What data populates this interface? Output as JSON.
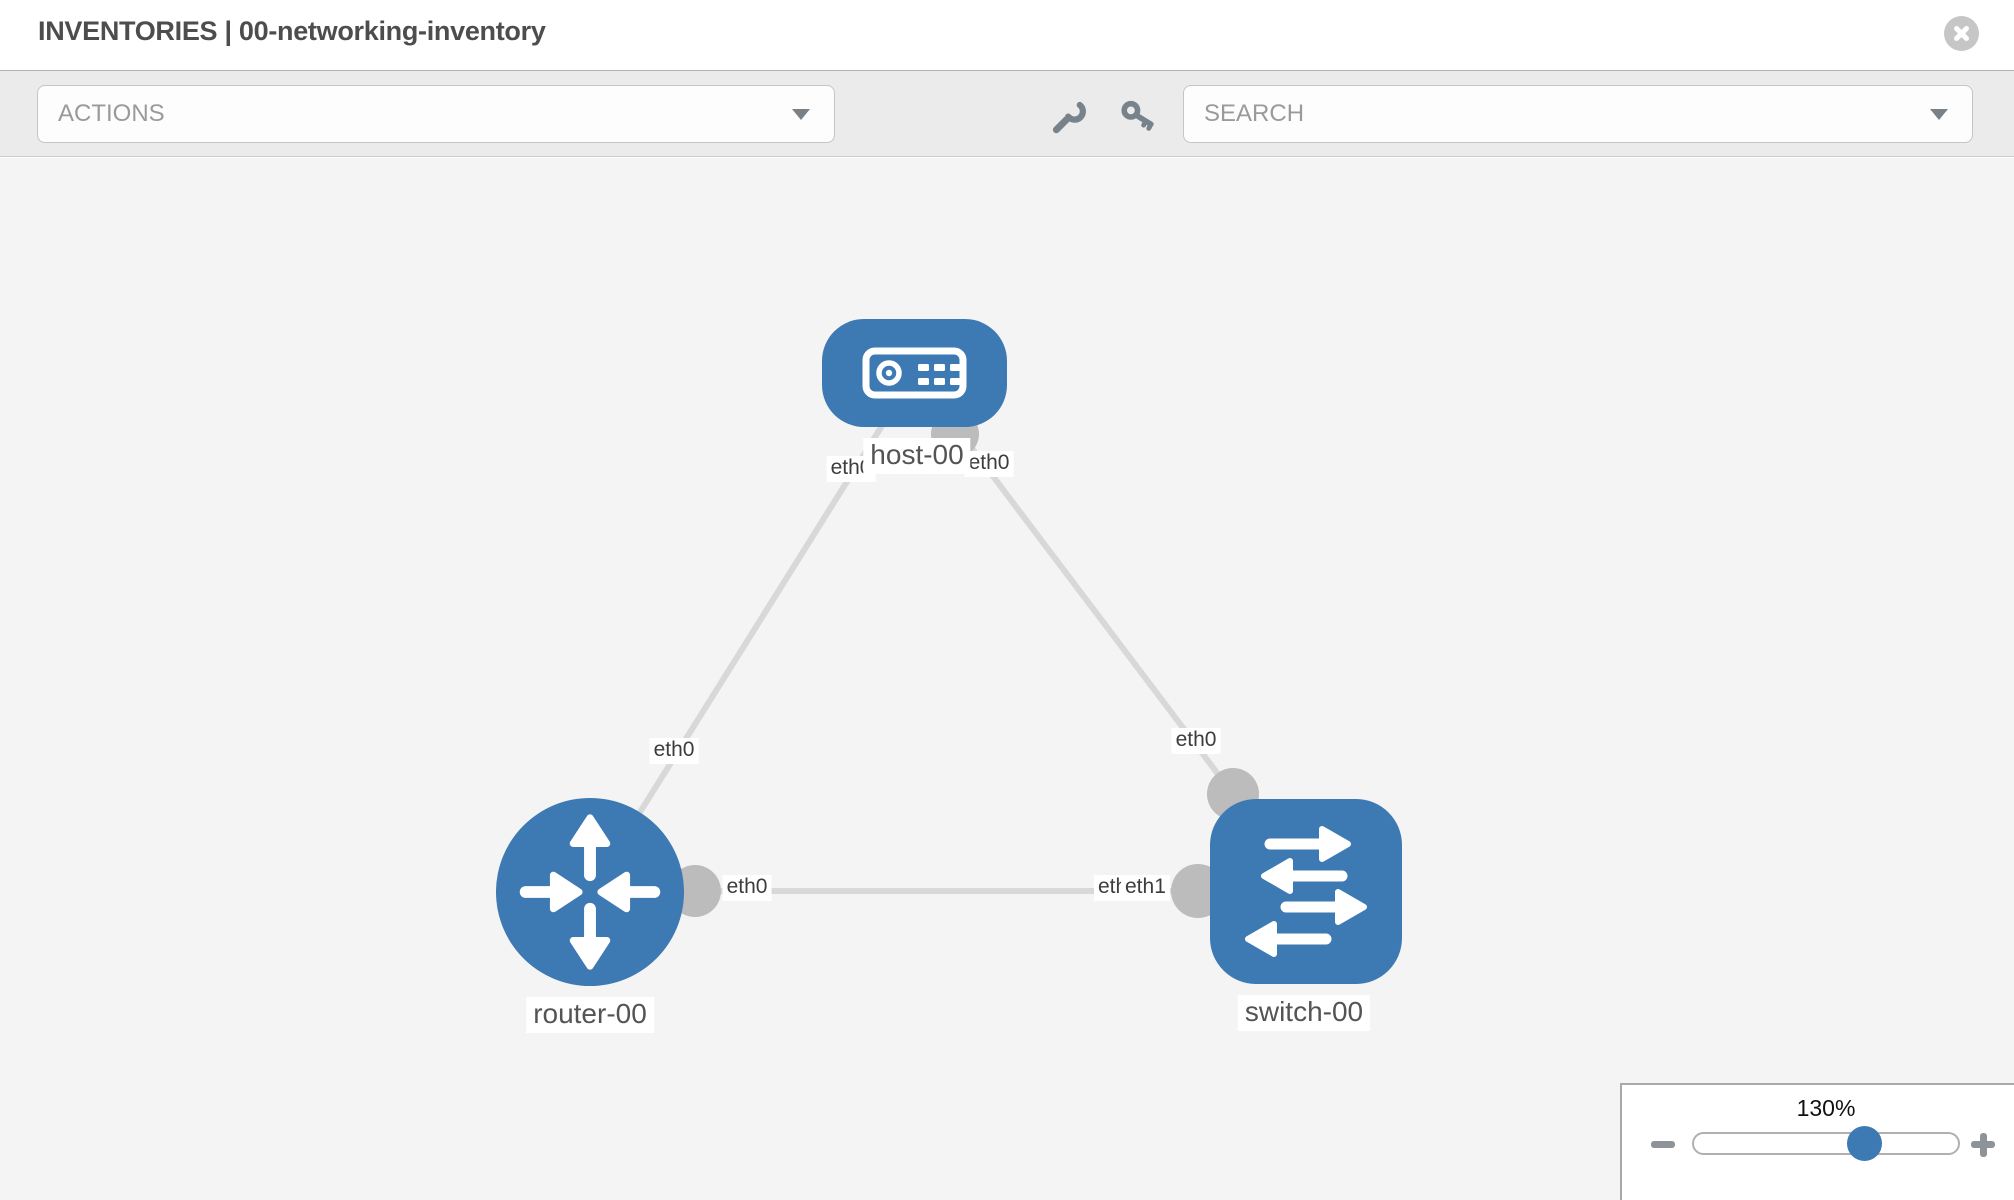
{
  "header": {
    "title": "INVENTORIES | 00-networking-inventory",
    "close_icon": "close-icon"
  },
  "toolbar": {
    "actions_label": "ACTIONS",
    "search_label": "SEARCH",
    "icons": {
      "wrench": "wrench-icon",
      "key": "key-icon",
      "actions_chevron": "chevron-down-icon",
      "search_chevron": "chevron-down-icon"
    }
  },
  "canvas": {
    "nodes": [
      {
        "name": "host-00",
        "type": "host"
      },
      {
        "name": "router-00",
        "type": "router"
      },
      {
        "name": "switch-00",
        "type": "switch"
      }
    ],
    "links": [
      {
        "from": "host-00",
        "from_iface": "eth0",
        "to": "router-00",
        "to_iface": "eth0"
      },
      {
        "from": "host-00",
        "from_iface": "eth0",
        "to": "switch-00",
        "to_iface": "eth0"
      },
      {
        "from": "router-00",
        "from_iface": "eth0",
        "to": "switch-00",
        "to_iface": "eth1"
      }
    ],
    "iface_labels": {
      "host_left": "eth0",
      "host_right": "eth0",
      "near_router": "eth0",
      "near_switch": "eth0",
      "router_right": "eth0",
      "switch_left_back": "eth0",
      "switch_left_front": "eth1"
    },
    "colors": {
      "node_blue": "#3d79b2",
      "edge_gray": "#d8d8d8",
      "connector_gray": "#bcbcbc",
      "canvas_bg": "#f4f4f4"
    }
  },
  "zoom": {
    "level": "130%",
    "minus_icon": "zoom-out-icon",
    "plus_icon": "zoom-in-icon"
  }
}
